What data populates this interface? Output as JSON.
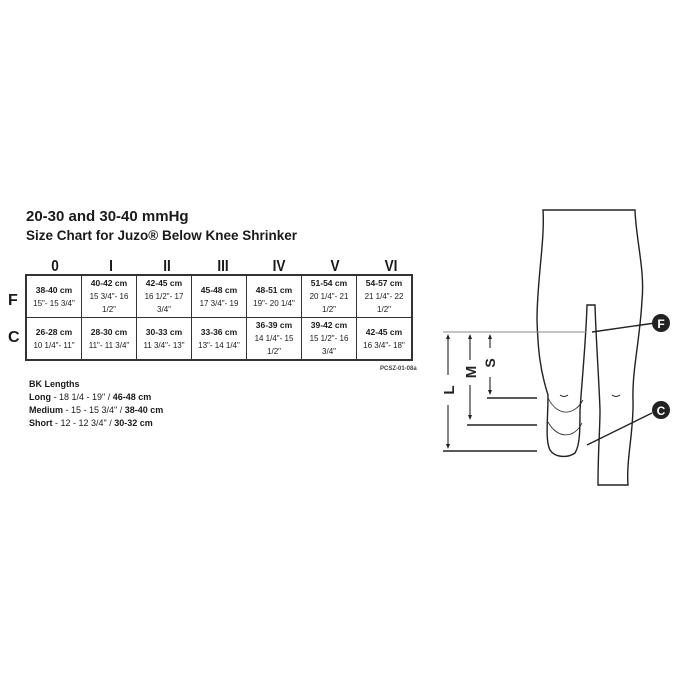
{
  "title": "20-30 and 30-40 mmHg",
  "subtitle": "Size Chart for Juzo® Below Knee Shrinker",
  "columns": [
    "0",
    "I",
    "II",
    "III",
    "IV",
    "V",
    "VI"
  ],
  "rows": [
    {
      "label": "F",
      "cells": [
        [
          "38-40 cm",
          "15\"- 15 3/4\""
        ],
        [
          "40-42 cm",
          "15 3/4\"- 16 1/2\""
        ],
        [
          "42-45 cm",
          "16 1/2\"- 17 3/4\""
        ],
        [
          "45-48 cm",
          "17 3/4\"- 19"
        ],
        [
          "48-51 cm",
          "19\"- 20 1/4\""
        ],
        [
          "51-54 cm",
          "20 1/4\"- 21 1/2\""
        ],
        [
          "54-57 cm",
          "21 1/4\"- 22 1/2\""
        ]
      ]
    },
    {
      "label": "C",
      "cells": [
        [
          "26-28 cm",
          "10 1/4\"- 11\""
        ],
        [
          "28-30 cm",
          "11\"- 11 3/4\""
        ],
        [
          "30-33 cm",
          "11 3/4\"- 13\""
        ],
        [
          "33-36 cm",
          "13\"- 14 1/4\""
        ],
        [
          "36-39 cm",
          "14 1/4\"- 15 1/2\""
        ],
        [
          "39-42 cm",
          "15 1/2\"- 16 3/4\""
        ],
        [
          "42-45 cm",
          "16 3/4\"- 18\""
        ]
      ]
    }
  ],
  "code": "PCSZ-01-08a",
  "bk": {
    "heading": "BK Lengths",
    "items": [
      {
        "name": "Long",
        "inch": " - 18 1/4 - 19\" / ",
        "cm": "46-48 cm"
      },
      {
        "name": "Medium",
        "inch": " - 15 - 15 3/4\" / ",
        "cm": "38-40 cm"
      },
      {
        "name": "Short",
        "inch": " - 12 - 12 3/4\" / ",
        "cm": "30-32 cm"
      }
    ]
  },
  "diagram": {
    "labels": {
      "L": "L",
      "M": "M",
      "S": "S",
      "F": "F",
      "C": "C"
    }
  }
}
